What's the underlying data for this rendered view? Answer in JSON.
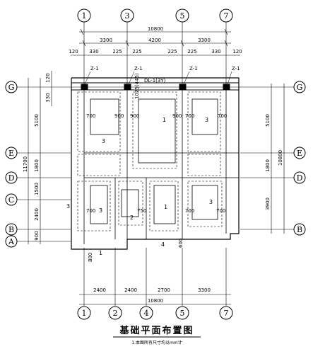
{
  "drawing": {
    "title": "基础平面布置图",
    "note": "1.本图所有尺寸均以mm计"
  },
  "axes": {
    "top": [
      "1",
      "3",
      "5",
      "7"
    ],
    "bottom": [
      "1",
      "2",
      "4",
      "5",
      "7"
    ],
    "left": [
      "G",
      "E",
      "D",
      "C",
      "B",
      "A"
    ],
    "right": [
      "G",
      "E",
      "D",
      "B"
    ]
  },
  "dims": {
    "top_total": "10800",
    "top_bays": [
      "3300",
      "4200",
      "3300"
    ],
    "top_small": [
      "120",
      "330",
      "225",
      "225",
      "225",
      "225",
      "330",
      "120"
    ],
    "left_total": "11700",
    "left_bays": [
      "5100",
      "1800",
      "1500",
      "2400",
      "900"
    ],
    "left_small": [
      "120",
      "330"
    ],
    "right_total": "10800",
    "right_bays": [
      "5100",
      "1800",
      "3900"
    ],
    "bottom_bays": [
      "2400",
      "2400",
      "2700",
      "3300"
    ],
    "bottom_total": "10800",
    "misc_600": "600",
    "misc_800": "800"
  },
  "labels": {
    "z1": "Z-1",
    "dl": "DL-1(3Y)",
    "dl_small": "1025(445)",
    "s700": "700",
    "s900": "900",
    "s750": "750",
    "n1": "1",
    "n2": "2",
    "n3": "3",
    "n4": "4"
  }
}
